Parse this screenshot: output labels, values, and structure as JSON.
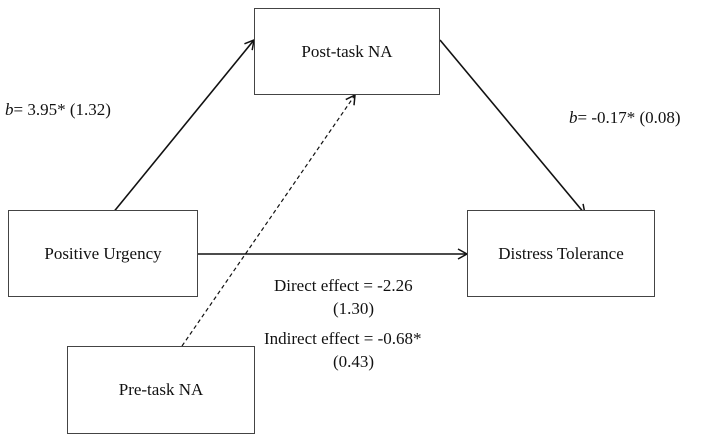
{
  "nodes": {
    "post_task_na": "Post-task NA",
    "positive_urgency": "Positive Urgency",
    "distress_tolerance": "Distress Tolerance",
    "pre_task_na": "Pre-task NA"
  },
  "paths": {
    "a": {
      "symbol": "b",
      "value": "= 3.95* (1.32)"
    },
    "b": {
      "symbol": "b",
      "value": "= -0.17* (0.08)"
    }
  },
  "effects": {
    "direct_line1": "Direct effect  = -2.26",
    "direct_line2": "(1.30)",
    "indirect_line1": "Indirect effect = -0.68*",
    "indirect_line2": "(0.43)"
  }
}
